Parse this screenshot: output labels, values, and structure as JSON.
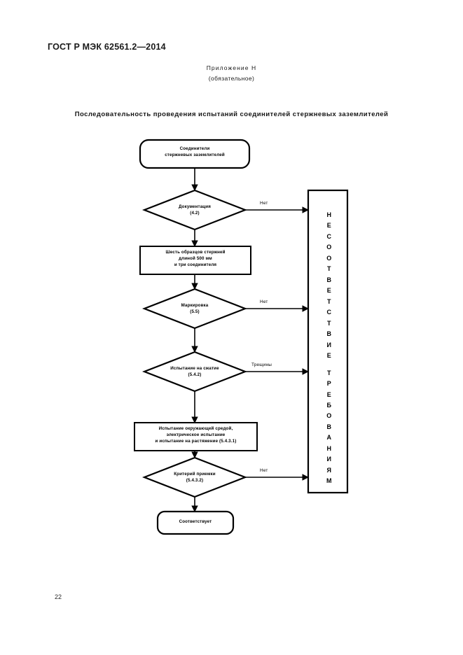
{
  "document": {
    "standard_ref": "ГОСТ Р МЭК 62561.2—2014",
    "annex_title": "Приложение Н",
    "annex_subtitle": "(обязательное)",
    "figure_title": "Последовательность проведения испытаний соединителей стержневых заземлителей",
    "page_number": "22"
  },
  "flowchart": {
    "nodes": {
      "start": {
        "type": "terminator",
        "line1": "Соединители",
        "line2": "стержневых заземлителей"
      },
      "decision_documentation": {
        "type": "decision",
        "line1": "Документация",
        "line2": "(4.2)"
      },
      "process_samples": {
        "type": "process",
        "line1": "Шесть образцов стержней",
        "line2": "длиной 500 мм",
        "line3": "и три соединителя"
      },
      "decision_marking": {
        "type": "decision",
        "line1": "Маркировка",
        "line2": "(5.5)"
      },
      "decision_compression": {
        "type": "decision",
        "line1": "Испытание на сжатие",
        "line2": "(5.4.2)"
      },
      "process_env_electrical": {
        "type": "process",
        "line1": "Испытание окружающей средой,",
        "line2": "электрическое испытание",
        "line3": "и испытание на растяжение (5.4.3.1)"
      },
      "decision_acceptance": {
        "type": "decision",
        "line1": "Критерий приемки",
        "line2": "(5.4.3.2)"
      },
      "end_pass": {
        "type": "terminator",
        "line1": "Соответствует"
      },
      "fail_panel": {
        "type": "panel",
        "letters": "НЕСООТВЕТСТВИЕ ТРЕБОВАНИЯМ",
        "word1": [
          "Н",
          "Е",
          "С",
          "О",
          "О",
          "Т",
          "В",
          "Е",
          "Т",
          "С",
          "Т",
          "В",
          "И",
          "Е"
        ],
        "word2": [
          "Т",
          "Р",
          "Е",
          "Б",
          "О",
          "В",
          "А",
          "Н",
          "И",
          "Я",
          "М"
        ]
      }
    },
    "edge_labels": {
      "documentation_no": "Нет",
      "marking_no": "Нет",
      "compression_cracks": "Трещины",
      "acceptance_no": "Нет"
    }
  },
  "colors": {
    "ink": "#000000",
    "paper": "#ffffff"
  }
}
